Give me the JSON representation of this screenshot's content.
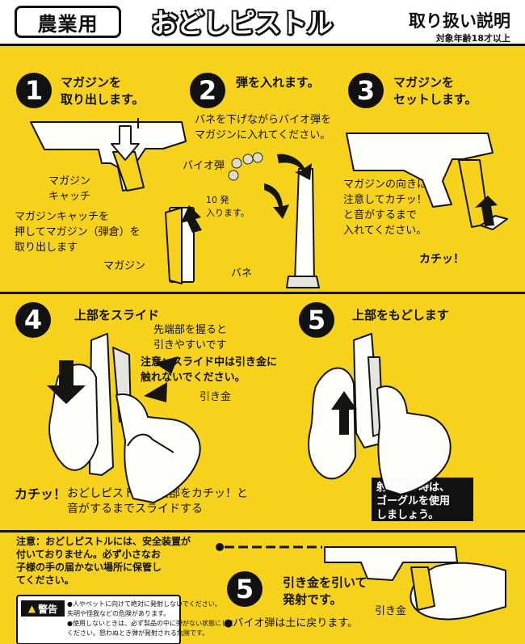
{
  "header": {
    "category": "農業用",
    "product_name": "おどしピストル",
    "manual_title": "取り扱い説明",
    "age": "対象年齢18才以上"
  },
  "top": {
    "step1": {
      "number": "1",
      "title": "マガジンを\n取り出します。",
      "magazine_catch": "マガジン\nキャッチ",
      "instruction": "マガジンキャッチを\n押してマガジン（弾倉）を\n取り出します",
      "magazine": "マガジン"
    },
    "step2": {
      "number": "2",
      "title": "弾を入れます。",
      "instruction": "バネを下げながらバイオ弾を\nマガジンに入れてください。",
      "bio_bullet": "バイオ弾",
      "ten_count": "10 発\n入ります。",
      "spring": "バネ"
    },
    "step3": {
      "number": "3",
      "title": "マガジンを\nセットします。",
      "instruction": "マガジンの向きに\n注意してカチッ！\nと音がするまで\n入れてください。",
      "click": "カチッ！"
    }
  },
  "middle": {
    "step4": {
      "number": "4",
      "title": "上部をスライド",
      "tip": "先端部を握ると\n引きやすいです",
      "caution": "注意：スライド中は引き金に\n触れないでください。",
      "trigger": "引き金",
      "click": "カチッ！",
      "instruction": "おどしピストルの上部をカチッ！と\n音がするまでスライドする"
    },
    "step5": {
      "number": "5",
      "title": "上部をもどします",
      "goggles": "射撃する時は、\nゴーグルを使用\nしましょう。"
    }
  },
  "bottom": {
    "notice": "注意：おどしピストルには、安全装置が\n付いておりません。必ず小さなお\n子様の手の届かない場所に保管し\nてください。",
    "warning": {
      "label": "警告",
      "items": [
        "●人やペットに向けて絶対に発射しないでください。",
        "失明や怪我などの危険があります。",
        "●使用しないときは、必ず製品の中に弾がない状態にして",
        "ください。怒わぬとき弾が発射される危険です。"
      ]
    },
    "step5b": {
      "number": "5",
      "title": "引き金を引いて\n発射です。",
      "trigger": "引き金",
      "bio_note": "●バイオ弾は土に戻ります。"
    }
  }
}
